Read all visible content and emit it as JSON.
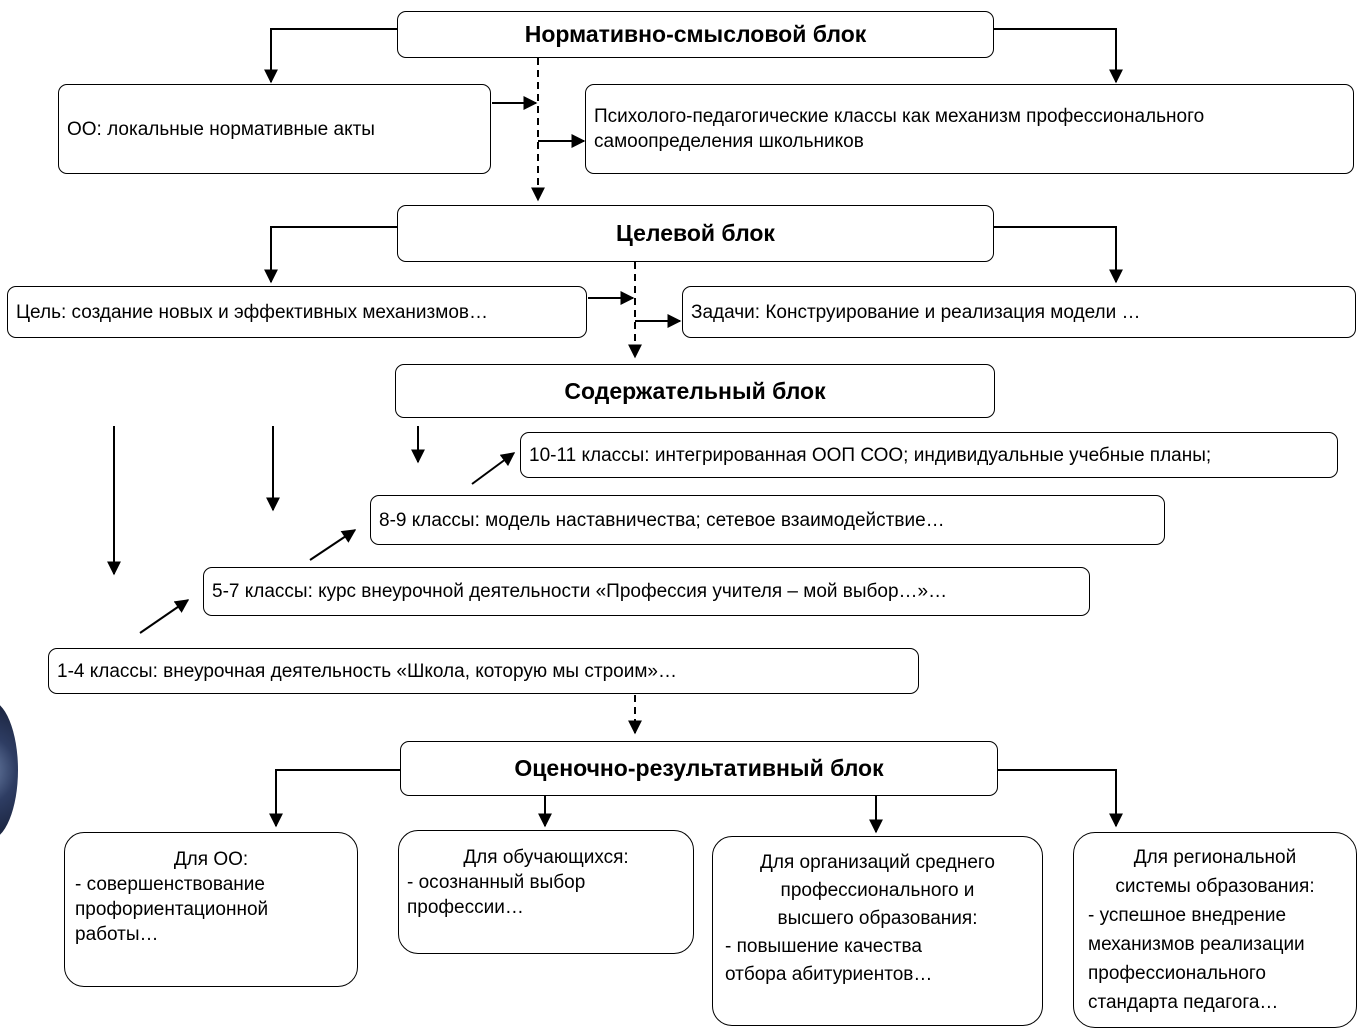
{
  "normative": {
    "title": "Нормативно-смысловой блок",
    "left": "ОО: локальные нормативные акты",
    "right": [
      "Психолого-педагогические классы как механизм профессионального",
      "самоопределения школьников"
    ]
  },
  "target": {
    "title": "Целевой блок",
    "goal": "Цель: создание новых и эффективных механизмов…",
    "tasks": "Задачи: Конструирование и реализация модели …"
  },
  "content": {
    "title": "Содержательный блок",
    "grade_10_11": "10-11 классы: интегрированная ООП СОО; индивидуальные учебные планы;",
    "grade_8_9": "8-9 классы: модель наставничества; сетевое взаимодействие…",
    "grade_5_7": "5-7 классы: курс внеурочной деятельности «Профессия учителя – мой выбор…»…",
    "grade_1_4": "1-4 классы: внеурочная деятельность «Школа, которую мы строим»…"
  },
  "evaluation": {
    "title": "Оценочно-результативный блок",
    "for_oo": [
      "Для ОО:",
      "- совершенствование",
      "профориентационной",
      "работы…"
    ],
    "for_students": [
      "Для обучающихся:",
      "- осознанный выбор",
      "профессии…"
    ],
    "for_orgs": [
      "Для организаций среднего",
      "профессионального и",
      "высшего образования:",
      "- повышение качества",
      "отбора абитуриентов…"
    ],
    "for_region": [
      "Для региональной",
      "системы образования:",
      "- успешное внедрение",
      "механизмов реализации",
      "профессионального",
      "стандарта педагога…"
    ]
  }
}
